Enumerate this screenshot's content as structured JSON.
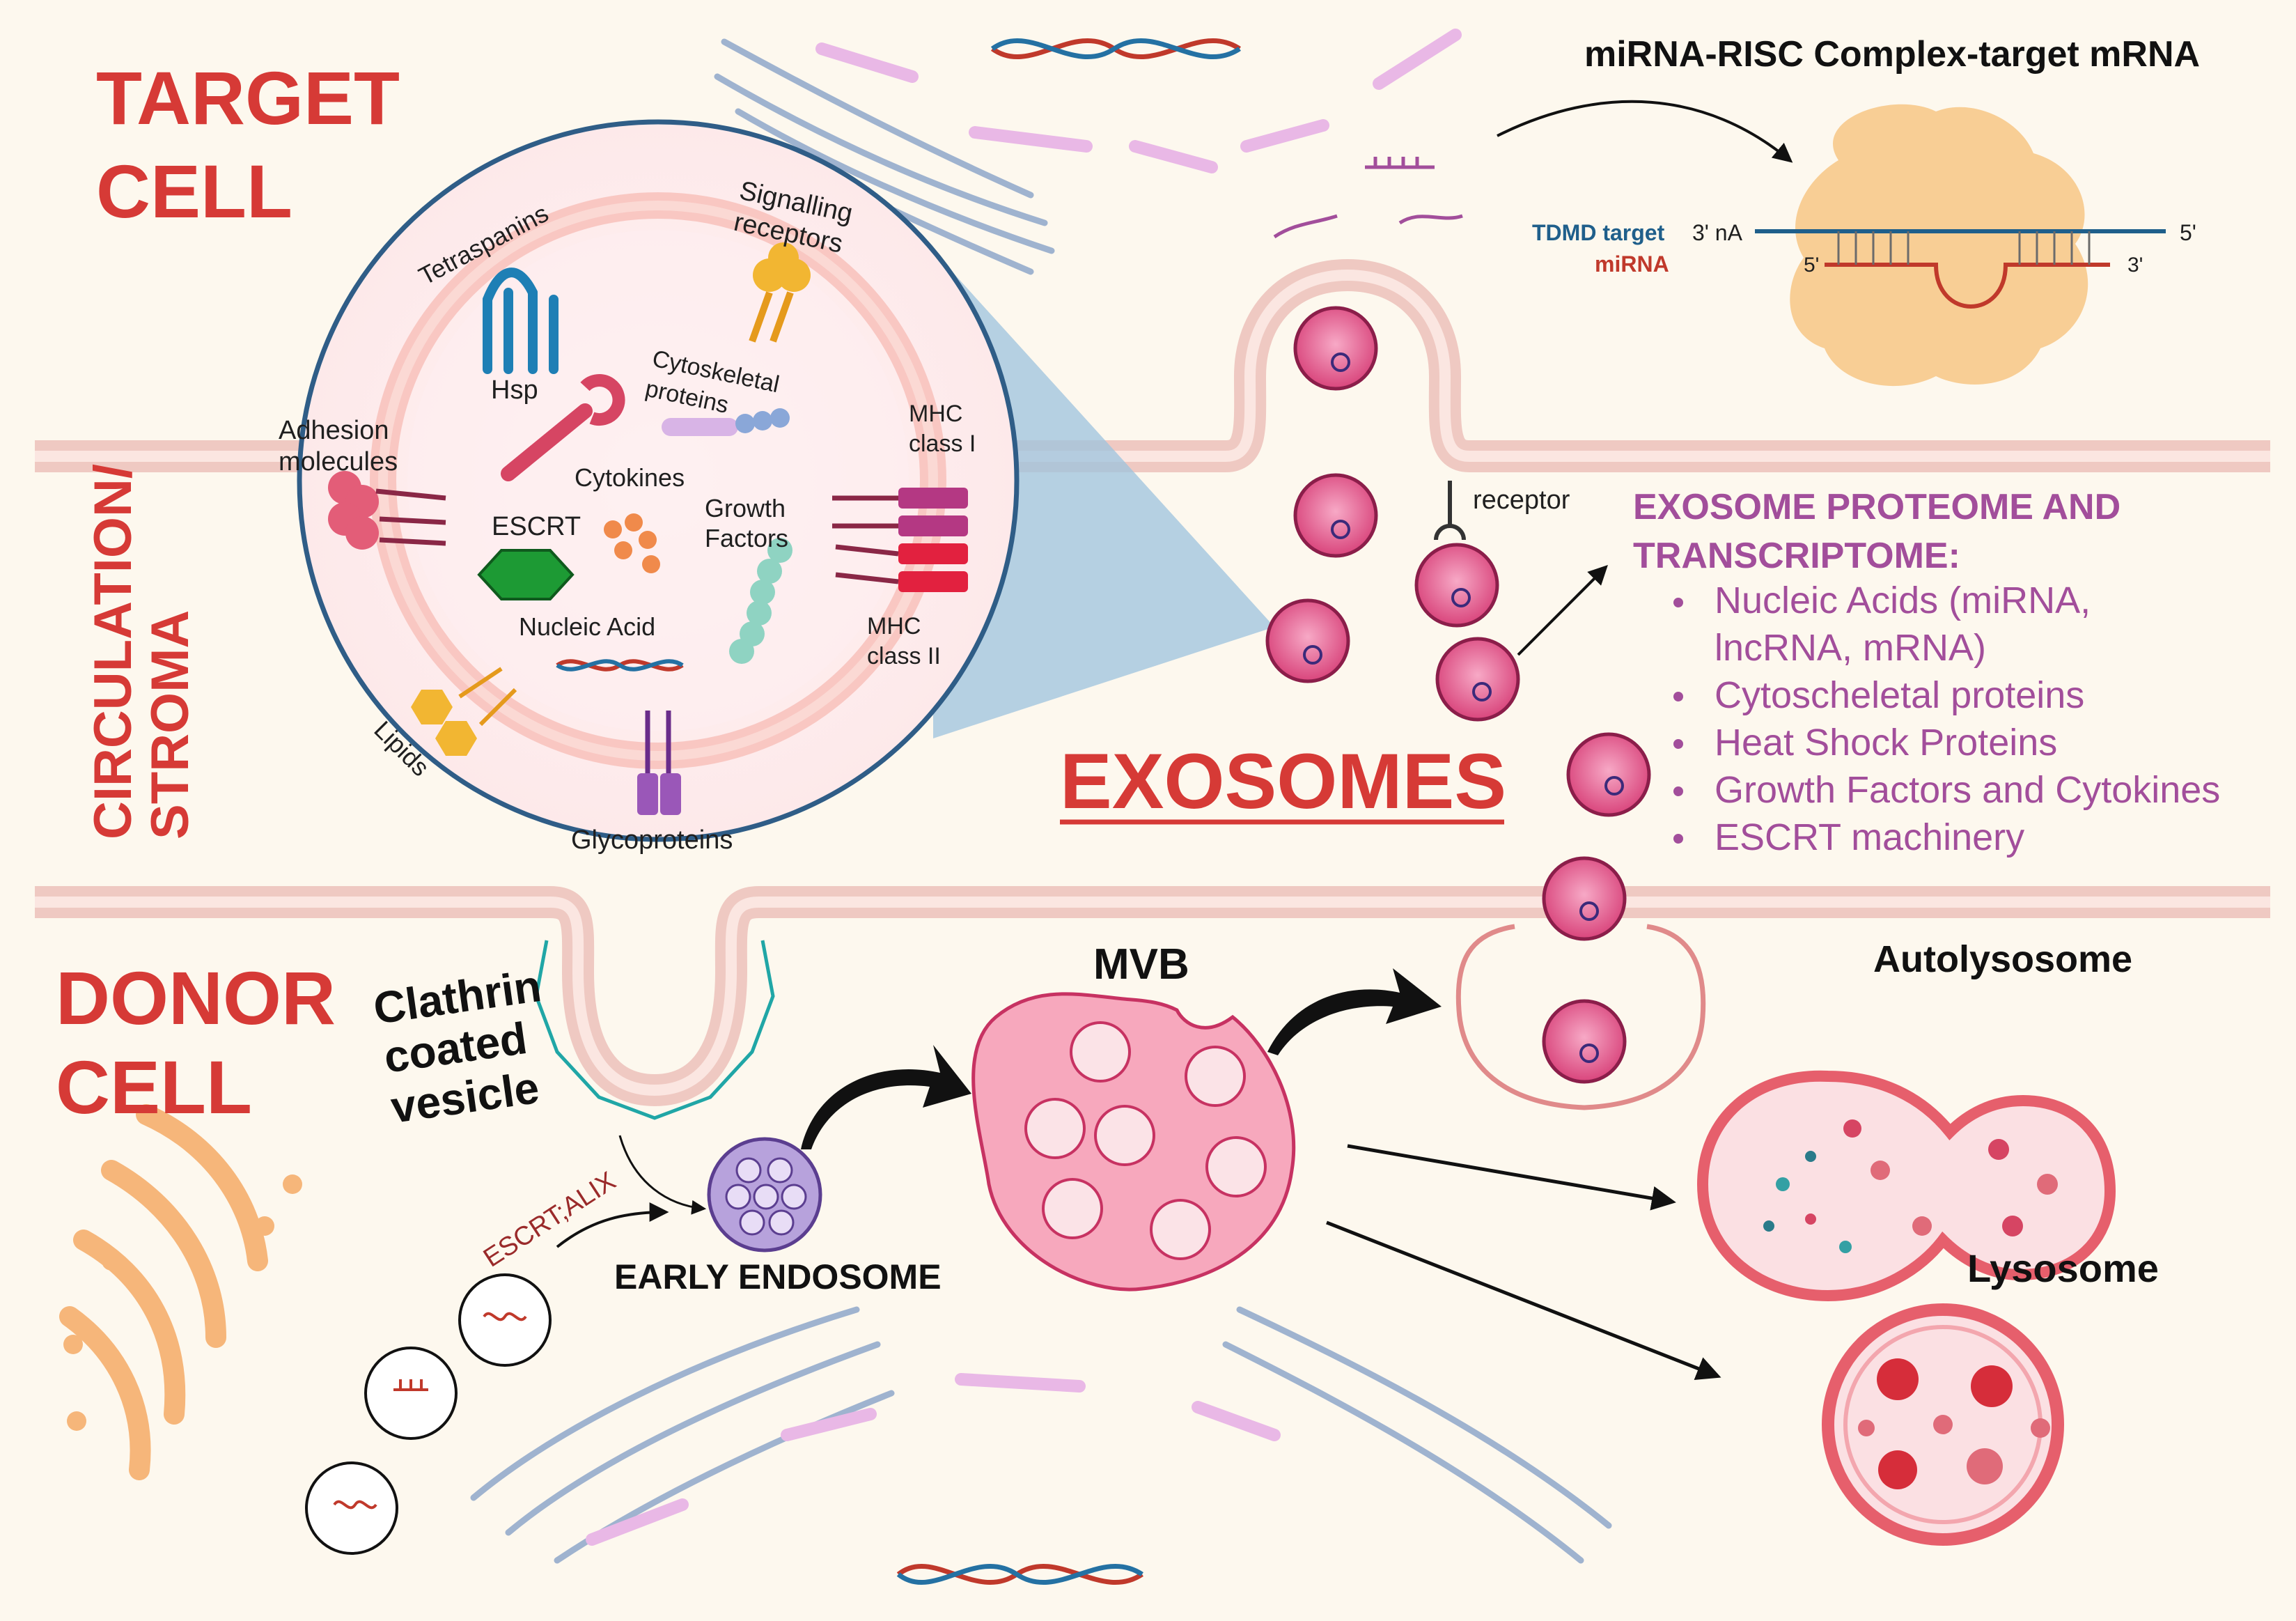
{
  "regions": {
    "target_cell": [
      "TARGET",
      "CELL"
    ],
    "circulation": [
      "CIRCULATION/",
      "STROMA"
    ],
    "donor_cell": [
      "DONOR",
      "CELL"
    ]
  },
  "exosome_inset": {
    "tetraspanins": "Tetraspanins",
    "signalling_receptors": [
      "Signalling",
      "receptors"
    ],
    "hsp": "Hsp",
    "cytoskeletal_proteins": [
      "Cytoskeletal",
      "proteins"
    ],
    "adhesion_molecules": [
      "Adhesion",
      "molecules"
    ],
    "mhc_class_i": [
      "MHC",
      "class I"
    ],
    "cytokines": "Cytokines",
    "escrt": "ESCRT",
    "growth_factors": [
      "Growth",
      "Factors"
    ],
    "nucleic_acid": "Nucleic Acid",
    "mhc_class_ii": [
      "MHC",
      "class II"
    ],
    "lipids": "Lipids",
    "glycoproteins": "Glycoproteins"
  },
  "mirna": {
    "title": "miRNA-RISC Complex-target mRNA",
    "tdmd_target": "TDMD target",
    "mirna_label": "miRNA",
    "target_3p": "3' nA",
    "target_5p": "5'",
    "mirna_5p": "5'",
    "mirna_3p": "3'"
  },
  "receptor": "receptor",
  "exosomes_title": "EXOSOMES",
  "proteome": {
    "heading": [
      "EXOSOME PROTEOME AND",
      "TRANSCRIPTOME:"
    ],
    "items": [
      [
        "Nucleic Acids (miRNA,",
        "lncRNA, mRNA)"
      ],
      [
        "Cytoscheletal proteins"
      ],
      [
        "Heat Shock Proteins"
      ],
      [
        "Growth Factors and Cytokines"
      ],
      [
        "ESCRT machinery"
      ]
    ]
  },
  "donor": {
    "clathrin": [
      "Clathrin",
      "coated",
      "vesicle"
    ],
    "mvb": "MVB",
    "early_endosome": "EARLY ENDOSOME",
    "escrt_alix": "ESCRT;ALIX",
    "autolysosome": "Autolysosome",
    "lysosome": "Lysosome"
  },
  "colors": {
    "region_red": "#d63a36",
    "purple_text": "#a24e9b",
    "membrane": "#f0cfc8",
    "exosome_fill": "#e25a8a",
    "inset_border": "#2f5d87"
  }
}
